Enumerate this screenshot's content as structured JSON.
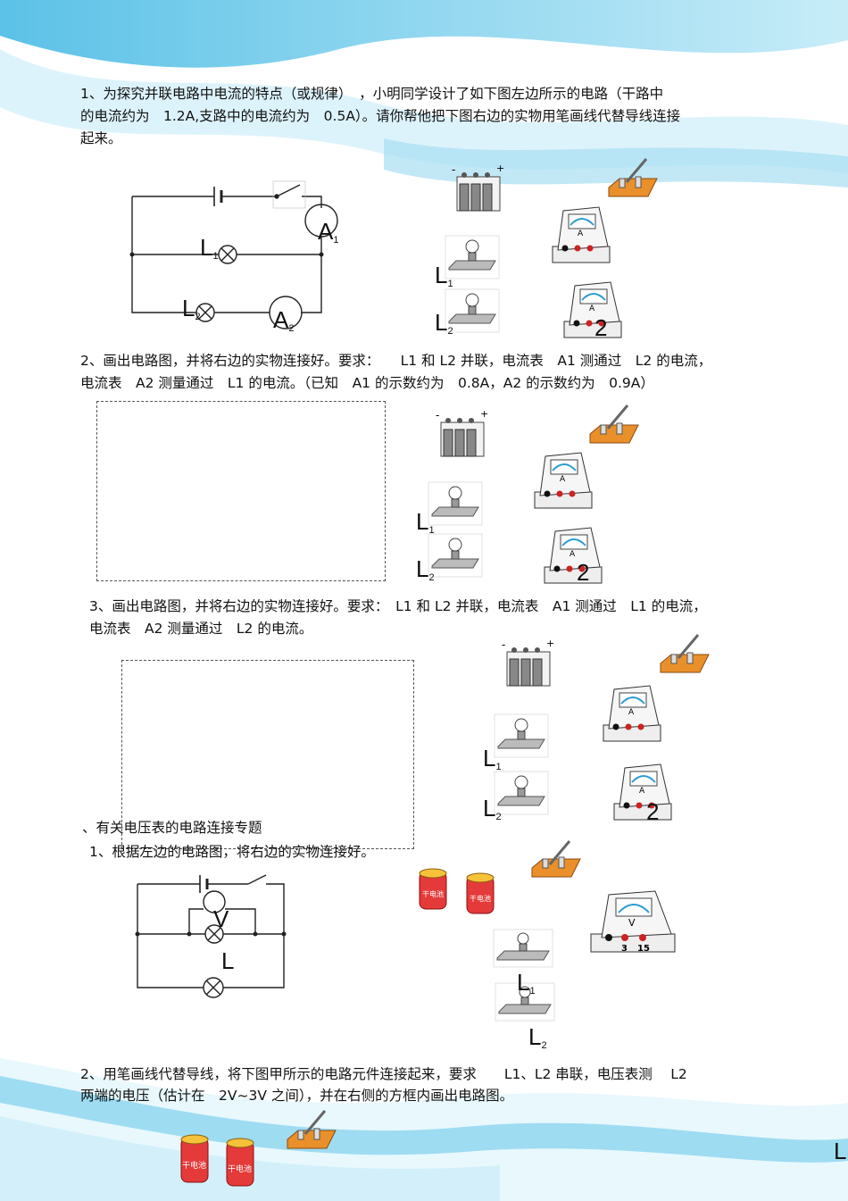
{
  "q1": {
    "line1": "1、为探究并联电路中电流的特点（或规律）　，小明同学设计了如下图左边所示的电路（干路中",
    "line2": "的电流约为　1.2A,支路中的电流约为　0.5A）。请你帮他把下图右边的实物用笔画线代替导线连接",
    "line3": "起来。",
    "circuit": {
      "a": "A",
      "a_sub": "1",
      "a2": "A",
      "a2_sub": "2",
      "l1": "L",
      "l1_sub": "1",
      "l2": "L",
      "l2_sub": "2"
    },
    "parts": {
      "l1": "L",
      "l1_sub": "1",
      "l2": "L",
      "l2_sub": "2",
      "meter2": "2"
    }
  },
  "q2": {
    "line1": "2、画出电路图，并将右边的实物连接好。要求：　　L1 和 L2 并联，电流表　A1 测通过　L2 的电流，",
    "line2": "电流表　A2 测量通过　L1 的电流。（已知　A1 的示数约为　0.8A，A2 的示数约为　0.9A）",
    "parts": {
      "l1": "L",
      "l1_sub": "1",
      "l2": "L",
      "l2_sub": "2",
      "meter2": "2"
    }
  },
  "q3": {
    "line1": "3、画出电路图，并将右边的实物连接好。要求：　L1 和 L2 并联，电流表　A1 测通过　L1 的电流，",
    "line2": "电流表　A2 测量通过　L2 的电流。",
    "parts": {
      "l1": "L",
      "l1_sub": "1",
      "l2": "L",
      "l2_sub": "2",
      "meter2": "2"
    }
  },
  "section": {
    "title": "、有关电压表的电路连接专题",
    "q1": "1、根据左边的电路图，将右边的实物连接好。",
    "circuit": {
      "v": "V",
      "l": "L"
    },
    "parts": {
      "l1": "L",
      "l1_sub": "1",
      "l2": "L",
      "l2_sub": "2",
      "v_scale": "V",
      "t3": "3",
      "t15": "15",
      "battery_label": "干电池"
    }
  },
  "q4": {
    "line1": "2、用笔画线代替导线，将下图甲所示的电路元件连接起来，要求　　L1、L2 串联，电压表测　 L2",
    "line2": "两端的电压（估计在　2V~3V 之间），并在右侧的方框内画出电路图。",
    "edge": "L",
    "battery_label": "干电池"
  },
  "colors": {
    "sky": "#5ec8e8",
    "pale": "#d9f2fb",
    "switch_base": "#e9902a",
    "battery_red": "#e43a3a"
  }
}
